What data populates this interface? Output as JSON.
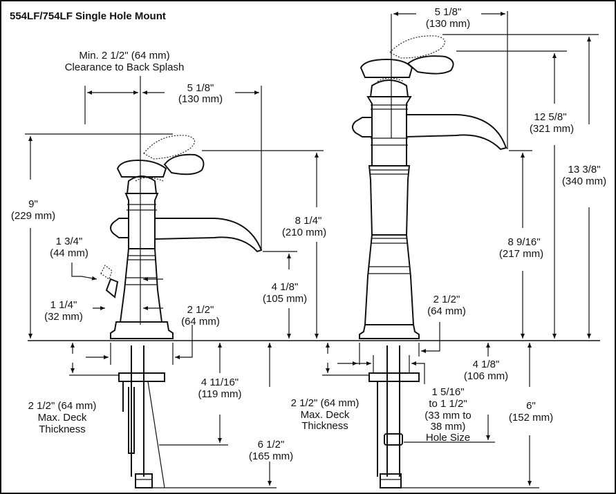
{
  "title": "554LF/754LF Single Hole Mount",
  "left": {
    "clearance": [
      "Min. 2 1/2\" (64 mm)",
      "Clearance to Back Splash"
    ],
    "spout_reach": [
      "5 1/8\"",
      "(130 mm)"
    ],
    "height_total": [
      "9\"",
      "(229 mm)"
    ],
    "height_spout": [
      "8 1/4\"",
      "(210 mm)"
    ],
    "handle_offset": [
      "1 3/4\"",
      "(44 mm)"
    ],
    "lever_offset": [
      "1 1/4\"",
      "(32 mm)"
    ],
    "base_dia": [
      "2 1/2\"",
      "(64 mm)"
    ],
    "spout_clear": [
      "4 1/8\"",
      "(105 mm)"
    ],
    "deck": [
      "2 1/2\" (64 mm)",
      "Max. Deck",
      "Thickness"
    ],
    "shank": [
      "4 11/16\"",
      "(119 mm)"
    ],
    "below_total": [
      "6 1/2\"",
      "(165 mm)"
    ]
  },
  "right": {
    "spout_reach": [
      "5 1/8\"",
      "(130 mm)"
    ],
    "height_spout_top": [
      "12 5/8\"",
      "(321 mm)"
    ],
    "height_total": [
      "13 3/8\"",
      "(340 mm)"
    ],
    "height_outlet": [
      "8 9/16\"",
      "(217 mm)"
    ],
    "base_dia": [
      "2 1/2\"",
      "(64 mm)"
    ],
    "shank_len": [
      "4 1/8\"",
      "(106 mm)"
    ],
    "hole_size": [
      "1 5/16\"",
      "to 1 1/2\"",
      "(33 mm to",
      "38 mm)",
      "Hole Size"
    ],
    "deck": [
      "2 1/2\" (64 mm)",
      "Max. Deck",
      "Thickness"
    ],
    "below_total": [
      "6\"",
      "(152 mm)"
    ]
  }
}
